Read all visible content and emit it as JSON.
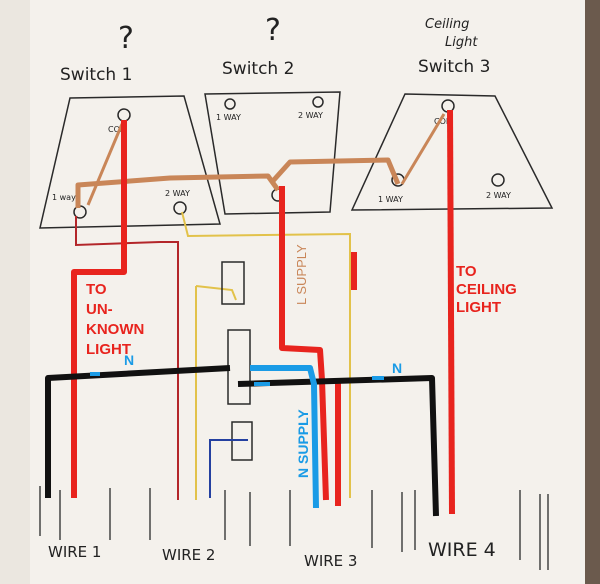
{
  "top_labels": {
    "q1": "?",
    "q2": "?",
    "ceiling_top": "Ceiling",
    "ceiling_bottom": "Light"
  },
  "switches": [
    {
      "title": "Switch 1",
      "com": "COM",
      "one_way": "1 way",
      "two_way": "2 WAY"
    },
    {
      "title": "Switch 2",
      "one_way": "1 WAY",
      "two_way": "2 WAY"
    },
    {
      "title": "Switch 3",
      "com": "COM",
      "one_way": "1 WAY",
      "two_way": "2 WAY"
    }
  ],
  "annotations": {
    "to_unknown_1": "TO",
    "to_unknown_2": "UN-",
    "to_unknown_3": "KNOWN",
    "to_unknown_4": "LIGHT",
    "to_ceiling_1": "TO",
    "to_ceiling_2": "CEILING",
    "to_ceiling_3": "LIGHT",
    "l_supply": "L SUPPLY",
    "n_supply": "N SUPPLY",
    "n_left": "N",
    "n_right": "N"
  },
  "wires": [
    {
      "label": "WIRE 1"
    },
    {
      "label": "WIRE 2"
    },
    {
      "label": "WIRE 3"
    },
    {
      "label": "WIRE 4"
    }
  ],
  "colors": {
    "paper": "#f4f1ec",
    "line_live": "#e8241e",
    "neutral_black": "#111111",
    "neutral_blue": "#1a9be6",
    "brown": "#c98658",
    "yellow": "#e2c24a",
    "dark_red": "#b3262a",
    "navy": "#2440a0",
    "pencil": "#2a2a2a"
  }
}
